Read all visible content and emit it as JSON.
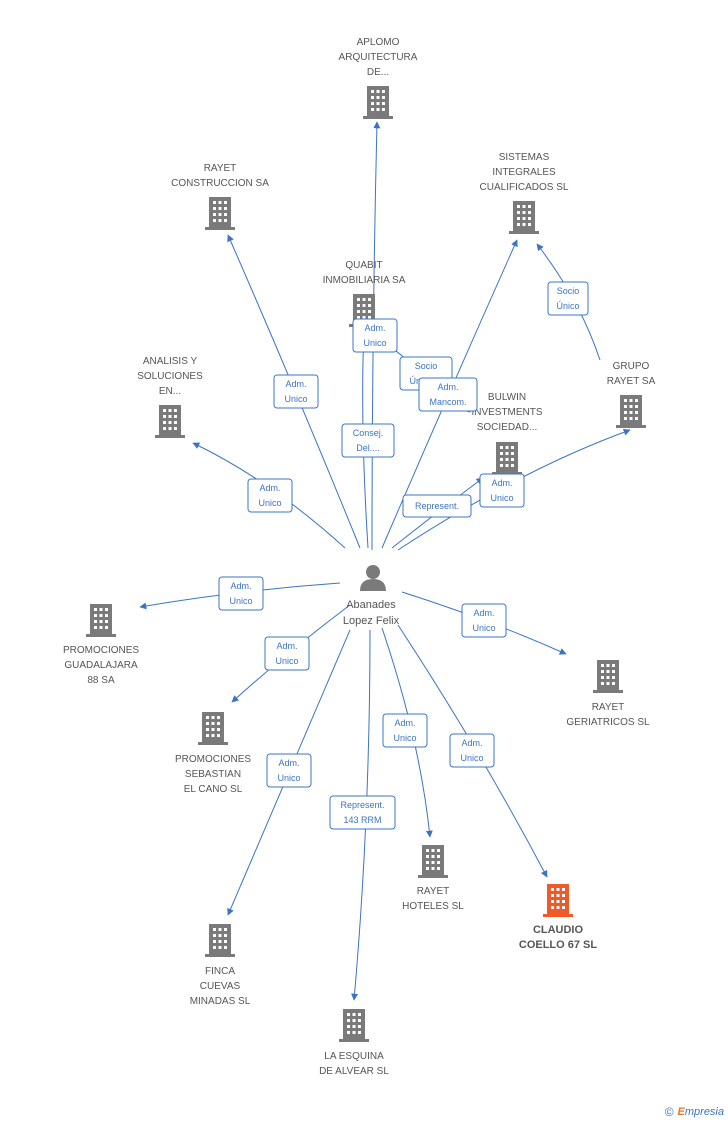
{
  "center": {
    "label_lines": [
      "Abanades",
      "Lopez Felix"
    ],
    "icon": "person-icon"
  },
  "colors": {
    "edge": "#3a74c4",
    "node": "#7a7a7a",
    "highlight": "#f05a28",
    "label_border": "#3a74c4"
  },
  "companies": [
    {
      "id": "aplomo",
      "lines": [
        "APLOMO",
        "ARQUITECTURA",
        "DE..."
      ]
    },
    {
      "id": "rayet-construccion",
      "lines": [
        "RAYET",
        "CONSTRUCCION SA"
      ]
    },
    {
      "id": "sistemas",
      "lines": [
        "SISTEMAS",
        "INTEGRALES",
        "CUALIFICADOS SL"
      ]
    },
    {
      "id": "quabit",
      "lines": [
        "QUABIT",
        "INMOBILIARIA SA"
      ]
    },
    {
      "id": "analisis",
      "lines": [
        "ANALISIS Y",
        "SOLUCIONES",
        "EN..."
      ]
    },
    {
      "id": "bulwin",
      "lines": [
        "BULWIN",
        "INVESTMENTS",
        "SOCIEDAD..."
      ]
    },
    {
      "id": "grupo-rayet",
      "lines": [
        "GRUPO",
        "RAYET SA"
      ]
    },
    {
      "id": "promociones-guadalajara",
      "lines": [
        "PROMOCIONES",
        "GUADALAJARA",
        "88 SA"
      ]
    },
    {
      "id": "rayet-geriatricos",
      "lines": [
        "RAYET",
        "GERIATRICOS SL"
      ]
    },
    {
      "id": "promociones-sebastian",
      "lines": [
        "PROMOCIONES",
        "SEBASTIAN",
        "EL CANO SL"
      ]
    },
    {
      "id": "rayet-hoteles",
      "lines": [
        "RAYET",
        "HOTELES SL"
      ]
    },
    {
      "id": "claudio-coello",
      "lines": [
        "CLAUDIO",
        "COELLO 67 SL"
      ],
      "highlight": true
    },
    {
      "id": "finca-cuevas",
      "lines": [
        "FINCA",
        "CUEVAS",
        "MINADAS SL"
      ]
    },
    {
      "id": "la-esquina",
      "lines": [
        "LA ESQUINA",
        "DE ALVEAR SL"
      ]
    }
  ],
  "edge_labels": [
    {
      "id": "quabit-adm",
      "lines": [
        "Adm.",
        "Unico"
      ]
    },
    {
      "id": "sistemas-socio",
      "lines": [
        "Socio",
        "Único,..."
      ]
    },
    {
      "id": "sistemas-mancom",
      "lines": [
        "Adm.",
        "Mancom."
      ]
    },
    {
      "id": "grupo-socio",
      "lines": [
        "Socio",
        "Único"
      ]
    },
    {
      "id": "rayetc-adm",
      "lines": [
        "Adm.",
        "Unico"
      ]
    },
    {
      "id": "aplomo-consej",
      "lines": [
        "Consej.",
        "Del...."
      ]
    },
    {
      "id": "analisis-adm",
      "lines": [
        "Adm.",
        "Unico"
      ]
    },
    {
      "id": "bulwin-repr",
      "lines": [
        "Represent."
      ]
    },
    {
      "id": "grupo-adm",
      "lines": [
        "Adm.",
        "Unico"
      ]
    },
    {
      "id": "guadalajara-adm",
      "lines": [
        "Adm.",
        "Unico"
      ]
    },
    {
      "id": "sebastian-adm",
      "lines": [
        "Adm.",
        "Unico"
      ]
    },
    {
      "id": "geriatricos-adm",
      "lines": [
        "Adm.",
        "Unico"
      ]
    },
    {
      "id": "hoteles-adm",
      "lines": [
        "Adm.",
        "Unico"
      ]
    },
    {
      "id": "claudio-adm",
      "lines": [
        "Adm.",
        "Unico"
      ]
    },
    {
      "id": "finca-adm",
      "lines": [
        "Adm.",
        "Unico"
      ]
    },
    {
      "id": "esquina-repr",
      "lines": [
        "Represent.",
        "143 RRM"
      ]
    }
  ],
  "footer": {
    "copyright": "©",
    "brand_initial": "E",
    "brand_rest": "mpresia"
  }
}
